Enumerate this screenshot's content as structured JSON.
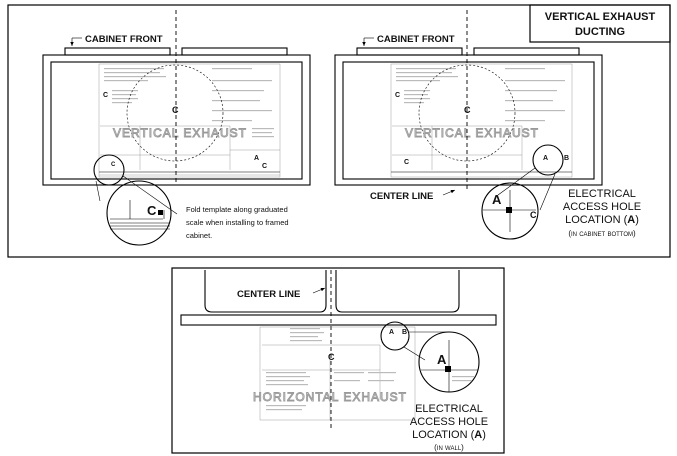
{
  "title_box": {
    "line1": "VERTICAL EXHAUST",
    "line2": "DUCTING"
  },
  "left_panel": {
    "cabinet_front": "CABINET FRONT",
    "template_text": "VERTICAL EXHAUST",
    "letters": {
      "c1": "C",
      "cl": "C",
      "a": "A",
      "c2": "C"
    },
    "zoom_letters": {
      "small_c": "C",
      "big_c": "C"
    },
    "fold_note": {
      "line1": "Fold template along graduated",
      "line2": "scale when installing to framed",
      "line3": "cabinet."
    }
  },
  "right_panel": {
    "cabinet_front": "CABINET FRONT",
    "template_text": "VERTICAL EXHAUST",
    "letters": {
      "c1": "C",
      "cl": "C",
      "a": "A",
      "b": "B",
      "c2": "C"
    },
    "center_line": "CENTER LINE",
    "zoom_letters": {
      "a": "A",
      "c": "C"
    },
    "access_label": {
      "line1": "ELECTRICAL",
      "line2": "ACCESS HOLE",
      "line3": "LOCATION (",
      "letter": "A",
      "line3_end": ")",
      "sub": "(in cabinet bottom)"
    }
  },
  "bottom_panel": {
    "center_line": "CENTER LINE",
    "template_text": "HORIZONTAL EXHAUST",
    "letters": {
      "cl": "C",
      "a": "A",
      "b": "B"
    },
    "zoom_letters": {
      "a": "A"
    },
    "access_label": {
      "line1": "ELECTRICAL",
      "line2": "ACCESS HOLE",
      "line3": "LOCATION (",
      "letter": "A",
      "line3_end": ")",
      "sub": "(in wall)"
    }
  }
}
